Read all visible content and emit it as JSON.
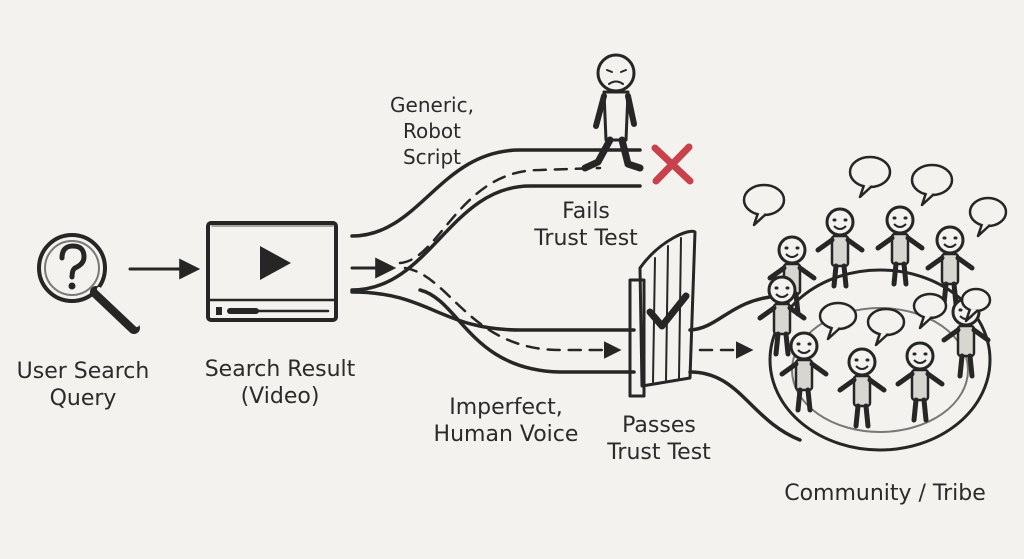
{
  "labels": {
    "query": [
      "User Search",
      "Query"
    ],
    "result": [
      "Search Result",
      "(Video)"
    ],
    "generic": [
      "Generic,",
      "Robot",
      "Script"
    ],
    "fails": [
      "Fails",
      "Trust Test"
    ],
    "imperfect": [
      "Imperfect,",
      "Human Voice"
    ],
    "passes": [
      "Passes",
      "Trust Test"
    ],
    "community": "Community / Tribe"
  },
  "icons": {
    "query": "magnifier-question-icon",
    "result": "video-player-icon",
    "fail": "red-x-icon",
    "pass": "gate-checkmark-icon",
    "walker": "sad-walking-figure-icon",
    "community": "people-circle-icon"
  },
  "colors": {
    "ink": "#262626",
    "reject": "#c8414b",
    "paper": "#f3f2ee"
  }
}
